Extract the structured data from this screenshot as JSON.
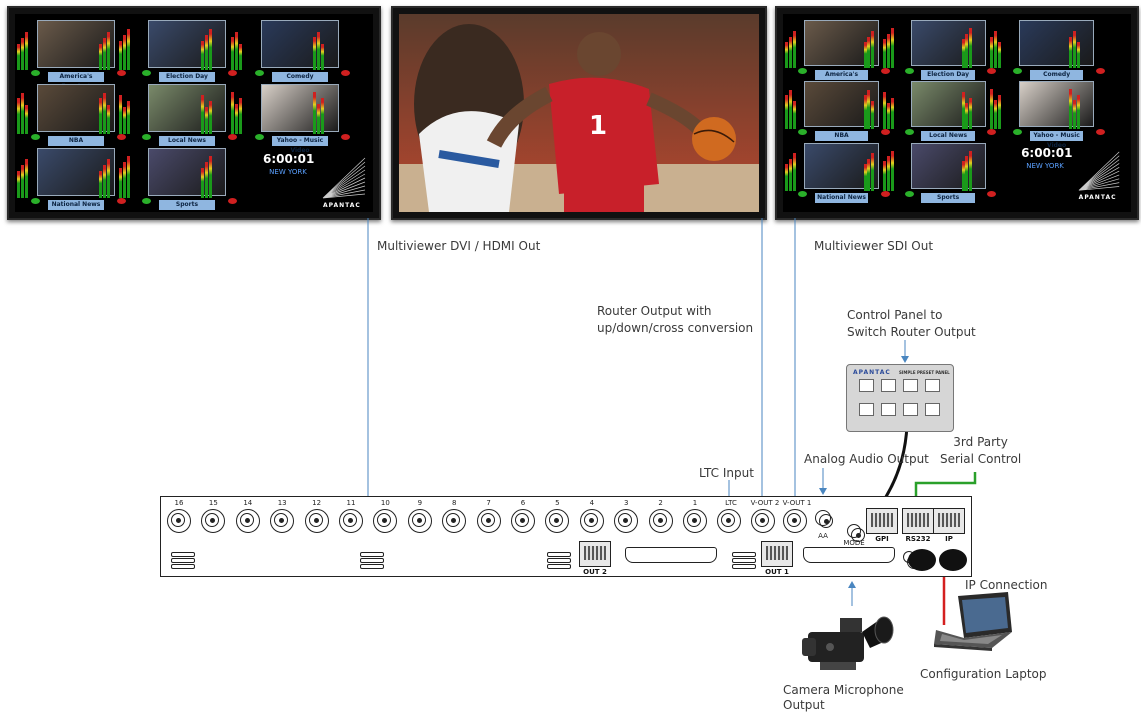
{
  "multiviewer": {
    "tiles": [
      "America's Funniest",
      "Election Day",
      "Comedy",
      "NBA",
      "Local News",
      "Yahoo - Music Video",
      "National News",
      "Sports"
    ],
    "clock": "6:00:01",
    "city": "NEW YORK",
    "brand": "APANTAC"
  },
  "labels": {
    "mv_dvi_out": "Multiviewer DVI / HDMI Out",
    "mv_sdi_out": "Multiviewer SDI Out",
    "router_output": "Router Output with\nup/down/cross conversion",
    "control_panel": "Control Panel to\nSwitch Router Output",
    "third_party": "3rd Party\nSerial Control",
    "ltc_input": "LTC Input",
    "analog_audio": "Analog Audio Output",
    "ip_connection": "IP  Connection",
    "config_laptop": "Configuration Laptop",
    "camera_mic": "Camera Microphone\nOutput"
  },
  "rack": {
    "input_numbers": [
      "16",
      "15",
      "14",
      "13",
      "12",
      "11",
      "10",
      "9",
      "8",
      "7",
      "6",
      "5",
      "4",
      "3",
      "2",
      "1"
    ],
    "ltc": "LTC",
    "vout2": "V-OUT 2",
    "vout1": "V-OUT 1",
    "aa": "AA",
    "mode": "MODE",
    "out2": "OUT 2",
    "out1": "OUT 1",
    "gpi": "GPI",
    "rs232": "RS232",
    "ip": "IP"
  },
  "control_panel": {
    "brand": "APANTAC",
    "title": "SIMPLE PRESET PANEL"
  },
  "colors": {
    "signal_line": "#4a86c0",
    "rs232_line": "#2aa02a",
    "ip_line": "#d42020",
    "gpi_line": "#111111"
  }
}
